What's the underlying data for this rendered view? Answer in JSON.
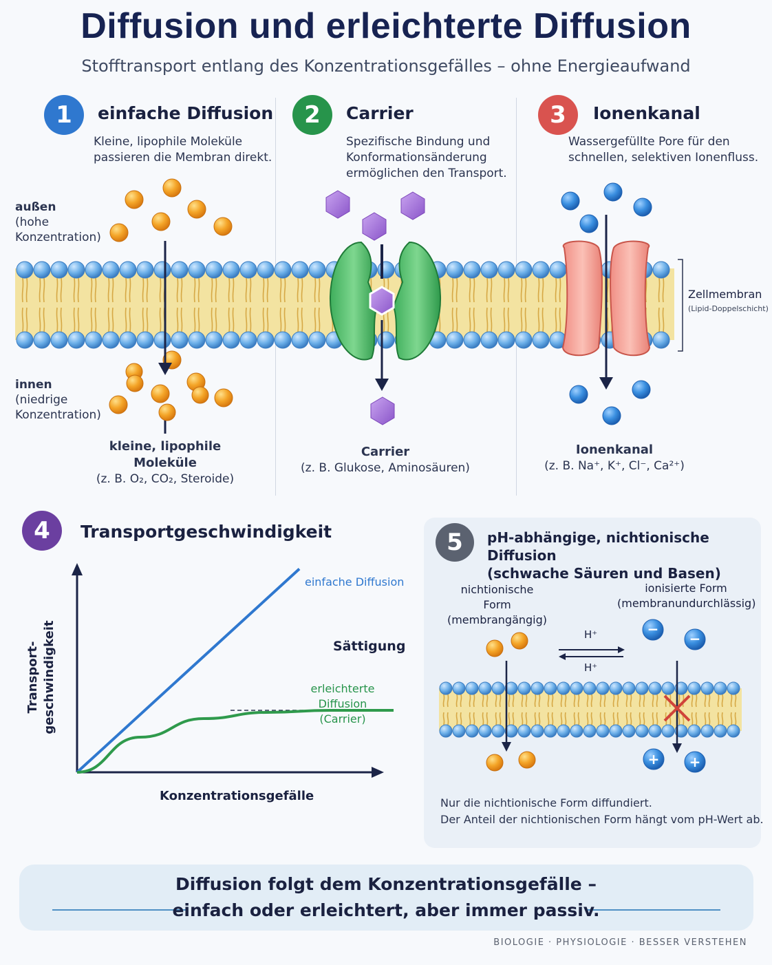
{
  "title": "Diffusion und erleichterte Diffusion",
  "subtitle": "Stofftransport entlang des Konzentrationsgefälles – ohne Energieaufwand",
  "colors": {
    "blue": "#2f78cf",
    "green": "#27944b",
    "red": "#d9534f",
    "purple": "#6b3fa0",
    "gray": "#5b6270",
    "orange": "#f0a02a",
    "membrane": "#f3e3a1"
  },
  "panel1": {
    "number": "1",
    "title": "einfache Diffusion",
    "desc_lines": [
      "Kleine, lipophile Moleküle",
      "passieren die Membran direkt."
    ],
    "outside_lines": [
      "außen",
      "(hohe",
      "Konzentration)"
    ],
    "inside_lines": [
      "innen",
      "(niedrige",
      "Konzentration)"
    ],
    "caption_lines": [
      "kleine, lipophile",
      "Moleküle"
    ],
    "example": "(z. B. O₂, CO₂, Steroide)"
  },
  "panel2": {
    "number": "2",
    "title": "Carrier",
    "desc_lines": [
      "Spezifische Bindung und",
      "Konformationsänderung",
      "ermöglichen den Transport."
    ],
    "caption": "Carrier",
    "example": "(z. B. Glukose, Aminosäuren)"
  },
  "panel3": {
    "number": "3",
    "title": "Ionenkanal",
    "desc_lines": [
      "Wassergefüllte Pore für den",
      "schnellen, selektiven Ionenfluss."
    ],
    "membrane_label": "Zellmembran",
    "membrane_sub": "(Lipid-Doppelschicht)",
    "caption": "Ionenkanal",
    "example": "(z. B. Na⁺, K⁺, Cl⁻, Ca²⁺)"
  },
  "panel4": {
    "number": "4",
    "title": "Transportgeschwindigkeit",
    "ylabel_lines": [
      "Transport-",
      "geschwindigkeit"
    ],
    "xlabel": "Konzentrationsgefälle",
    "saturation_label": "Sättigung",
    "series_simple_label": "einfache Diffusion",
    "series_carrier_lines": [
      "erleichterte Diffusion",
      "(Carrier)"
    ]
  },
  "chart_data": {
    "type": "line",
    "xlabel": "Konzentrationsgefälle",
    "ylabel": "Transport- geschwindigkeit",
    "series": [
      {
        "name": "einfache Diffusion",
        "x": [
          0,
          1
        ],
        "y": [
          0,
          1
        ],
        "color": "#2f78cf"
      },
      {
        "name": "erleichterte Diffusion (Carrier)",
        "x": [
          0,
          0.2,
          0.4,
          0.6,
          0.8,
          1.0
        ],
        "y": [
          0,
          0.17,
          0.26,
          0.29,
          0.3,
          0.3
        ],
        "color": "#27944b"
      }
    ],
    "saturation": 0.3,
    "grid": false,
    "axis_ticks": false
  },
  "panel5": {
    "number": "5",
    "title_lines": [
      "pH-abhängige, nichtionische Diffusion",
      "(schwache Säuren und Basen)"
    ],
    "nonionic_lines": [
      "nichtionische",
      "Form",
      "(membrangängig)"
    ],
    "ionic_lines": [
      "ionisierte Form",
      "(membranundurchlässig)"
    ],
    "h_plus_top": "H⁺",
    "h_plus_bottom": "H⁺",
    "minus": "−",
    "plus": "+",
    "note_lines": [
      "Nur die nichtionische Form diffundiert.",
      "Der Anteil der nichtionischen Form hängt vom pH-Wert ab."
    ]
  },
  "summary_lines": [
    "Diffusion folgt dem Konzentrationsgefälle –",
    "einfach oder erleichtert, aber immer passiv."
  ],
  "footer": "BIOLOGIE  ·  PHYSIOLOGIE  ·  BESSER VERSTEHEN"
}
